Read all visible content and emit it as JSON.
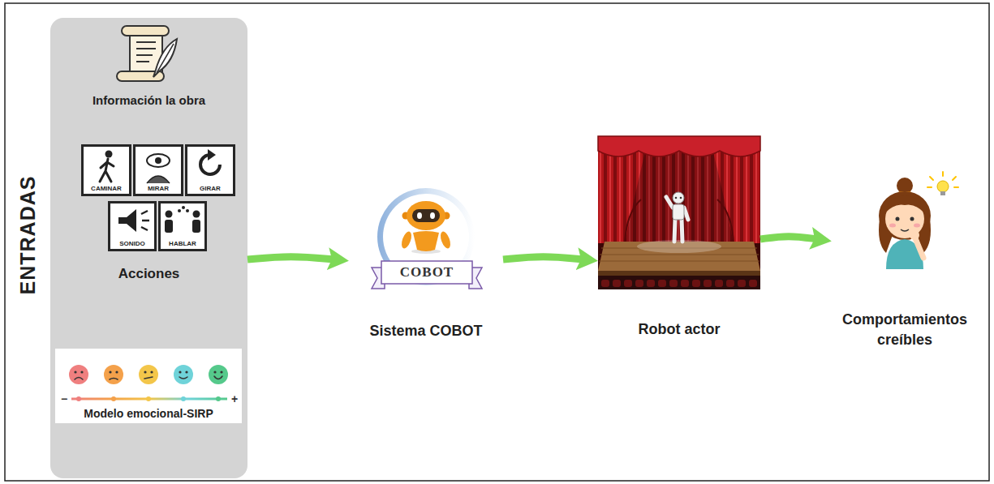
{
  "diagram": {
    "nodes": [
      {
        "text": [
          "ENTRADAS",
          "Información la obra",
          "Acciones"
        ]
      },
      {
        "text": [
          "CAMINAR"
        ],
        "in": 0
      },
      {
        "text": [
          "MIRAR"
        ],
        "in": 0
      },
      {
        "text": [
          "GIRAR"
        ],
        "in": 0
      },
      {
        "text": [
          "SONIDO"
        ],
        "in": 0
      },
      {
        "text": [
          "HABLAR"
        ],
        "in": 0
      },
      {
        "text": [
          "Modelo emocional-SIRP"
        ],
        "in": 0
      },
      {
        "text": [
          "Sistema COBOT"
        ]
      },
      {
        "text": [
          "COBOT"
        ],
        "in": 7
      },
      {
        "text": [
          "Robot actor"
        ]
      },
      {
        "text": [
          "Comportamientos creíbles"
        ]
      }
    ],
    "edges": [
      {
        "from": 0,
        "to": 7,
        "arrow": "to"
      },
      {
        "from": 7,
        "to": 9,
        "arrow": "to"
      },
      {
        "from": 9,
        "to": 10,
        "arrow": "to"
      }
    ],
    "labels": [
      "−",
      "+"
    ]
  }
}
